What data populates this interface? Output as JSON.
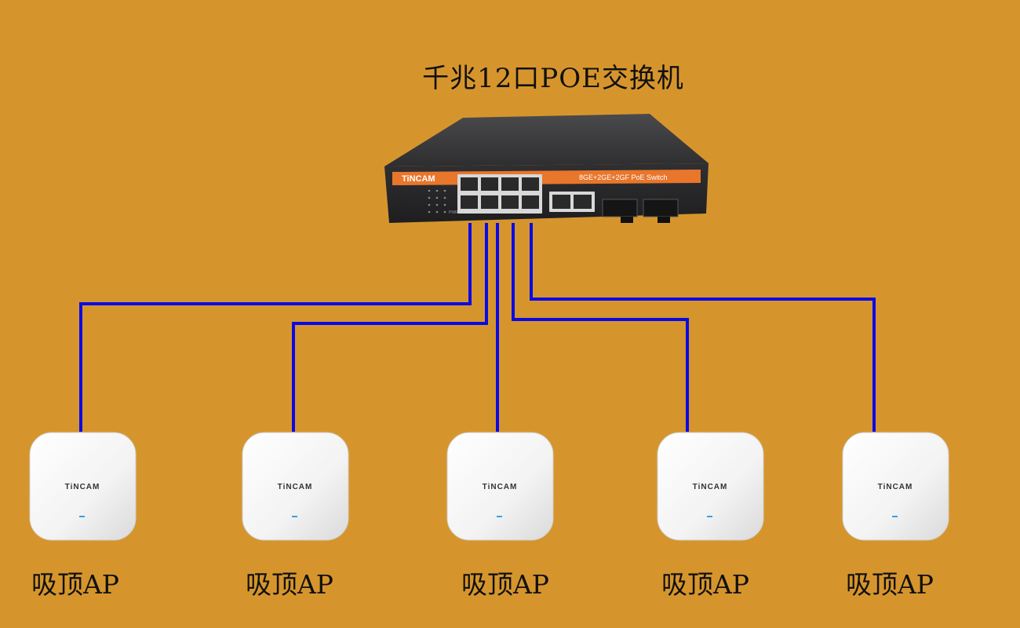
{
  "title": "千兆12口POE交换机",
  "switch": {
    "brand": "TiNCAM",
    "model_label": "8GE+2GE+2GF  PoE Switch",
    "port_count_label": "PWR",
    "colors": {
      "body": "#2B2B2D",
      "top": "#3A3A3C",
      "stripe": "#E8762B"
    }
  },
  "cable_color": "#0A0AE6",
  "access_points": [
    {
      "brand": "TiNCAM",
      "label": "吸顶AP"
    },
    {
      "brand": "TiNCAM",
      "label": "吸顶AP"
    },
    {
      "brand": "TiNCAM",
      "label": "吸顶AP"
    },
    {
      "brand": "TiNCAM",
      "label": "吸顶AP"
    },
    {
      "brand": "TiNCAM",
      "label": "吸顶AP"
    }
  ],
  "colors": {
    "background": "#D6952C",
    "ap_body": "#F2F2F2",
    "ap_led": "#3AA0E0"
  }
}
